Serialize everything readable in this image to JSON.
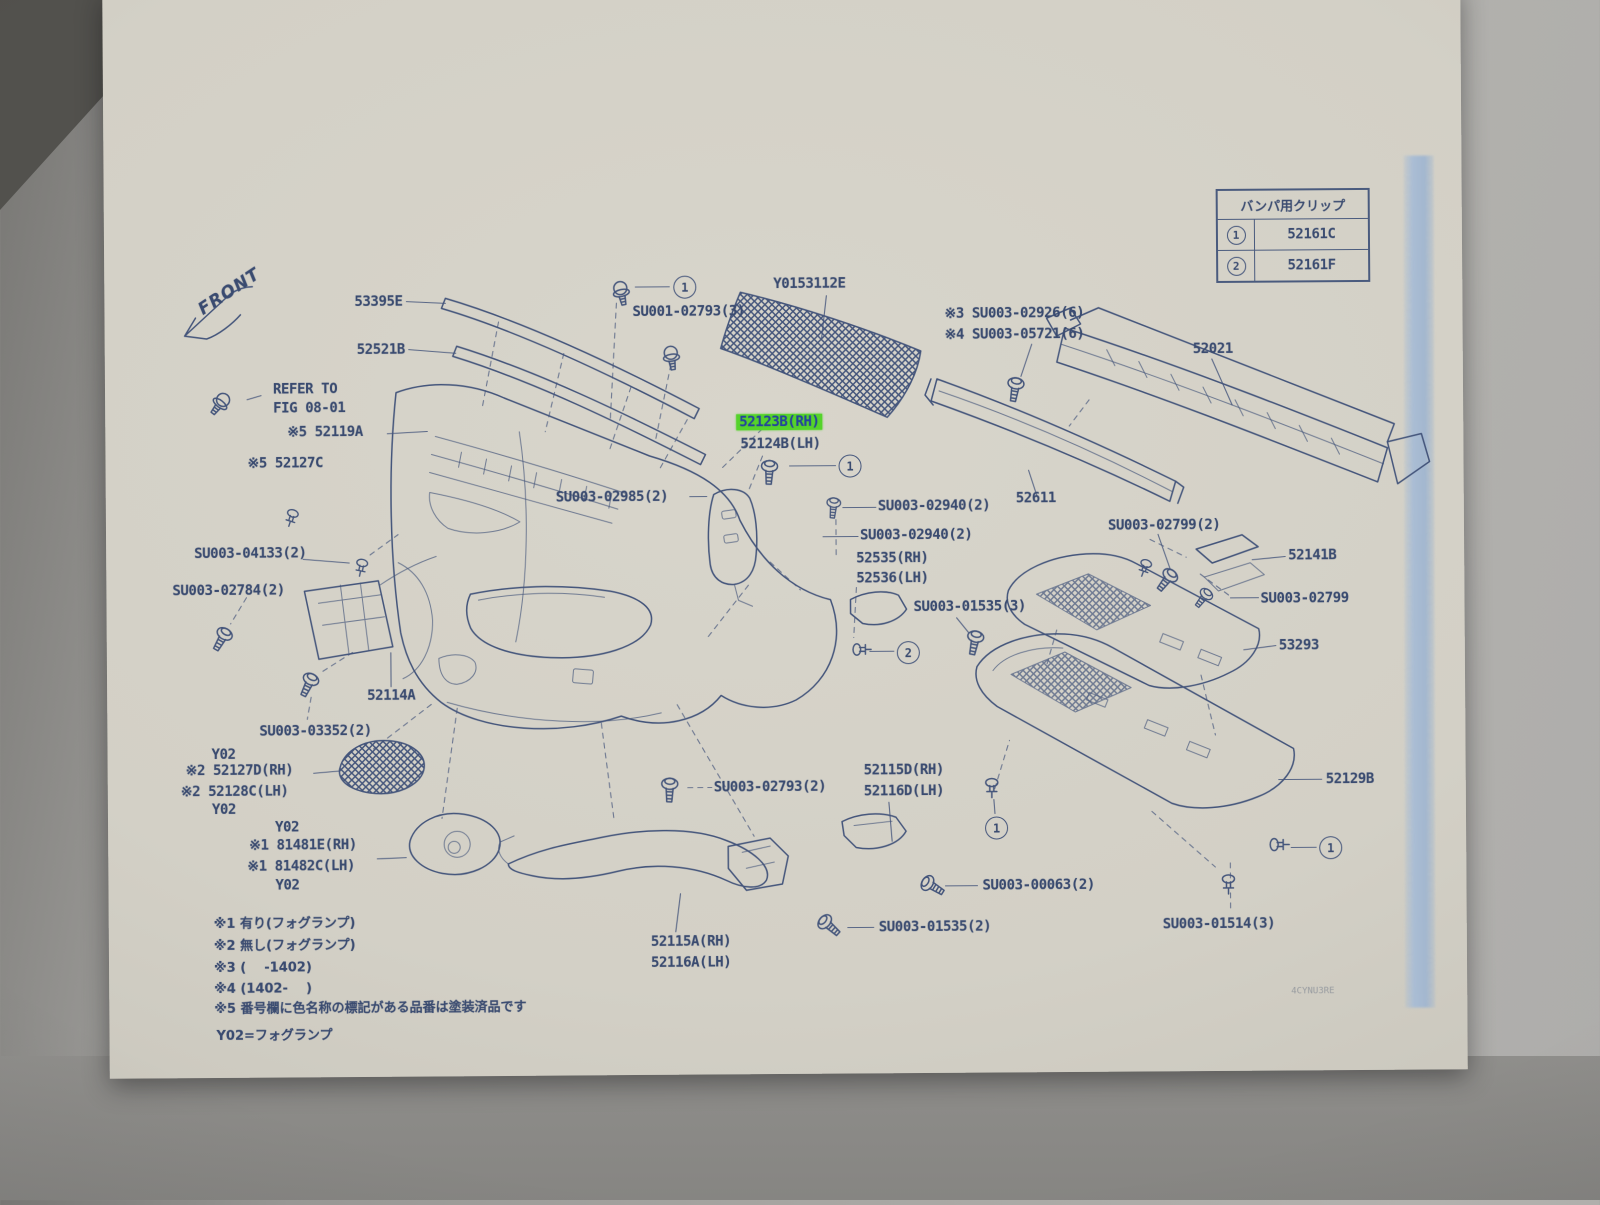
{
  "page": {
    "front_label": "FRONT",
    "doc_code": "4CYNU3RE",
    "highlight_color": "#55d32b",
    "ink_color": "#3a4b70",
    "paper_color": "#d6d3c9"
  },
  "clip_table": {
    "header": "バンパ用クリップ",
    "rows": [
      {
        "index": "1",
        "part_no": "52161C"
      },
      {
        "index": "2",
        "part_no": "52161F"
      }
    ]
  },
  "labels": [
    {
      "text": "FRONT"
    },
    {
      "text": "53395E"
    },
    {
      "text": "52521B"
    },
    {
      "text": "REFER TO"
    },
    {
      "text": "FIG 08-01"
    },
    {
      "text": "※5 52119A"
    },
    {
      "text": "※5 52127C"
    },
    {
      "text": "SU001-02793(3)"
    },
    {
      "text": "Y0153112E"
    },
    {
      "text": "※3 SU003-02926(6)"
    },
    {
      "text": "※4 SU003-05721(6)"
    },
    {
      "text": "52021"
    },
    {
      "text": "52123B(RH)",
      "highlighted": true
    },
    {
      "text": "52124B(LH)"
    },
    {
      "text": "SU003-02985(2)"
    },
    {
      "text": "SU003-02940(2)"
    },
    {
      "text": "52611"
    },
    {
      "text": "SU003-02940(2)"
    },
    {
      "text": "52535(RH)"
    },
    {
      "text": "52536(LH)"
    },
    {
      "text": "SU003-02799(2)"
    },
    {
      "text": "52141B"
    },
    {
      "text": "SU003-02799"
    },
    {
      "text": "SU003-01535(3)"
    },
    {
      "text": "53293"
    },
    {
      "text": "SU003-04133(2)"
    },
    {
      "text": "SU003-02784(2)"
    },
    {
      "text": "52114A"
    },
    {
      "text": "SU003-03352(2)"
    },
    {
      "text": "Y02"
    },
    {
      "text": "※2 52127D(RH)"
    },
    {
      "text": "※2 52128C(LH)"
    },
    {
      "text": "Y02"
    },
    {
      "text": "Y02"
    },
    {
      "text": "※1 81481E(RH)"
    },
    {
      "text": "※1 81482C(LH)"
    },
    {
      "text": "Y02"
    },
    {
      "text": "SU003-02793(2)"
    },
    {
      "text": "52115D(RH)"
    },
    {
      "text": "52116D(LH)"
    },
    {
      "text": "SU003-00063(2)"
    },
    {
      "text": "SU003-01535(2)"
    },
    {
      "text": "52115A(RH)"
    },
    {
      "text": "52116A(LH)"
    },
    {
      "text": "52129B"
    },
    {
      "text": "SU003-01514(3)"
    }
  ],
  "callouts": [
    {
      "n": "1"
    },
    {
      "n": "1"
    },
    {
      "n": "2"
    },
    {
      "n": "1"
    },
    {
      "n": "1"
    }
  ],
  "notes": [
    {
      "text": "※1 有り(フォグランプ)"
    },
    {
      "text": "※2 無し(フォグランプ)"
    },
    {
      "text": "※3 (    -1402)"
    },
    {
      "text": "※4 (1402-    )"
    },
    {
      "text": "※5 番号欄に色名称の標記がある品番は塗装済品です"
    }
  ],
  "legend": {
    "text": "Y02=フォグランプ"
  }
}
